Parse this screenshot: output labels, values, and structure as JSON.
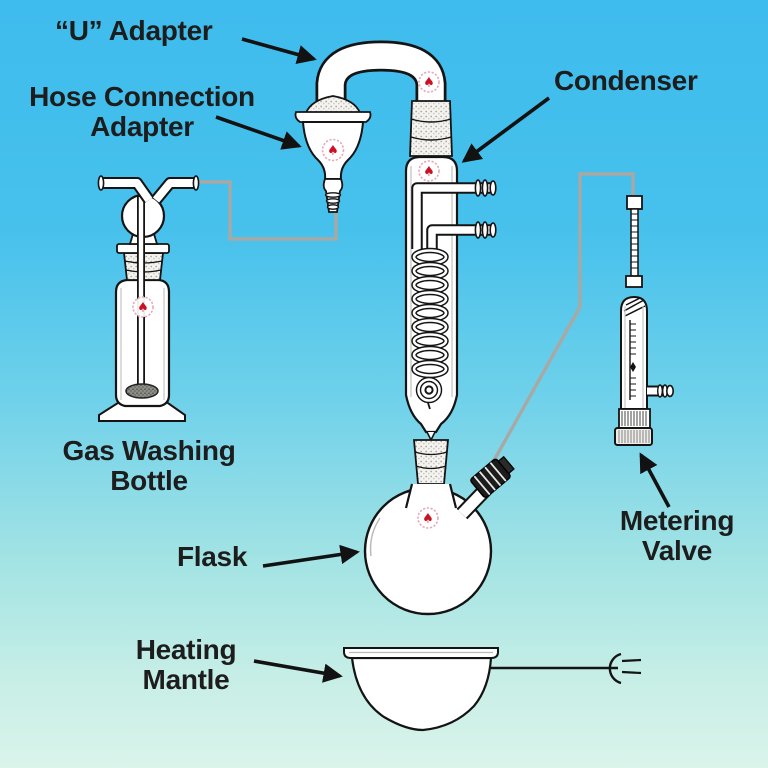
{
  "diagram": {
    "labels": {
      "u_adapter": {
        "lines": [
          "“U” Adapter"
        ]
      },
      "hose_connection_adapter": {
        "lines": [
          "Hose Connection",
          "Adapter"
        ]
      },
      "condenser": {
        "lines": [
          "Condenser"
        ]
      },
      "gas_washing_bottle": {
        "lines": [
          "Gas Washing",
          "Bottle"
        ]
      },
      "flask": {
        "lines": [
          "Flask"
        ]
      },
      "metering_valve": {
        "lines": [
          "Metering",
          "Valve"
        ]
      },
      "heating_mantle": {
        "lines": [
          "Heating",
          "Mantle"
        ]
      }
    },
    "brand_mark": {
      "name": "ace-spade-logo",
      "glyph": "♠",
      "color": "#cc1124"
    },
    "colors": {
      "background_top": "#3ebced",
      "background_bottom": "#daf4ea",
      "ink": "#141414",
      "tubing_gray": "#a8a8a4",
      "label_text": "#1d1d1d",
      "brand_red": "#cc1124"
    }
  }
}
